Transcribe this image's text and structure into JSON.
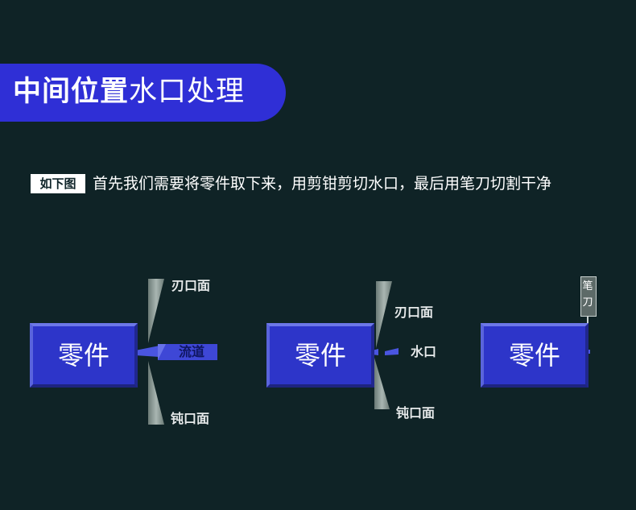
{
  "title": {
    "bold": "中间位置",
    "regular": "水口处理"
  },
  "caption": {
    "tag": "如下图",
    "text": "首先我们需要将零件取下来，用剪钳剪切水口，最后用笔刀切割干净"
  },
  "diagrams": [
    {
      "part": "零件",
      "top_label": "刃口面",
      "runner_label": "流道",
      "bottom_label": "钝口面"
    },
    {
      "part": "零件",
      "top_label": "刃口面",
      "gate_label": "水口",
      "bottom_label": "钝口面"
    },
    {
      "part": "零件",
      "knife_label": "笔刀"
    }
  ],
  "colors": {
    "background": "#0f2326",
    "banner": "#2f2fd6",
    "part": "#2d35c9",
    "blade": "#8a9a96",
    "runner": "#3e47d6"
  }
}
